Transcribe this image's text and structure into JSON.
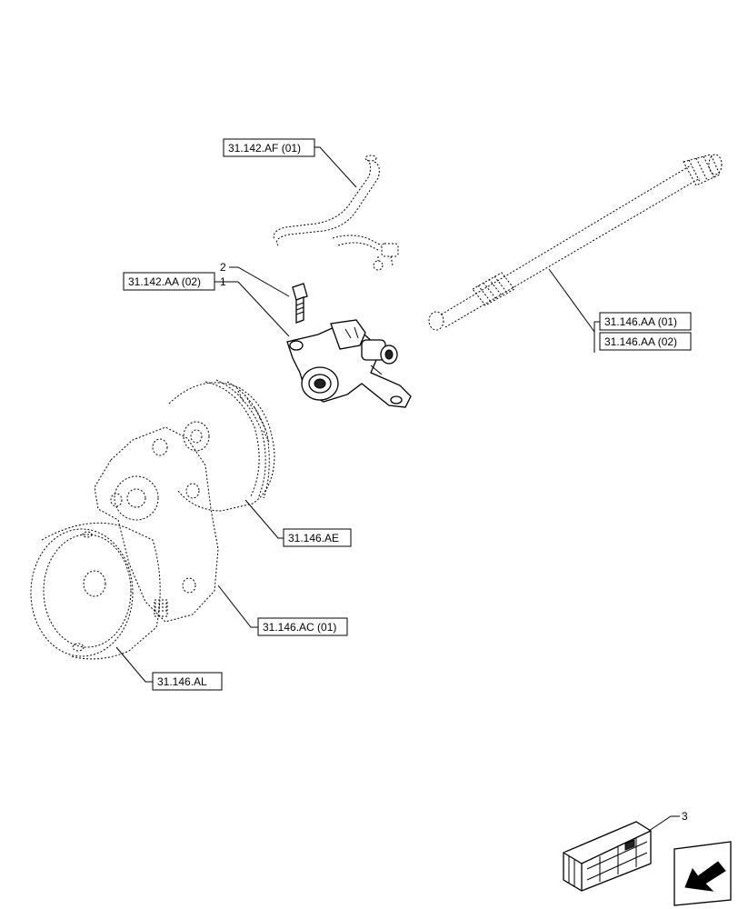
{
  "references": {
    "hose": "31.142.AF (01)",
    "bolt_group": "31.142.AA (02)",
    "shaft_1": "31.146.AA (01)",
    "shaft_2": "31.146.AA (02)",
    "clutch_pack": "31.146.AE",
    "housing": "31.146.AC (01)",
    "flywheel": "31.146.AL"
  },
  "callouts": {
    "actuator": "1",
    "bolt": "2",
    "kit": "3"
  },
  "icons": {
    "kit_crate": "crate-icon",
    "navigation": "arrow-down-left-icon"
  }
}
